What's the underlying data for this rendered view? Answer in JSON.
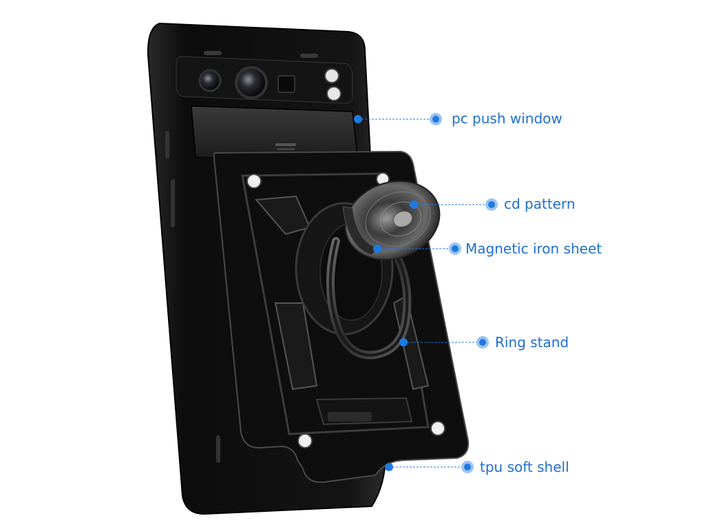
{
  "colors": {
    "accent": "#1f7ae0",
    "label_text": "#1f6fd1",
    "case_black": "#111111",
    "metal_gray": "#4a4a4a"
  },
  "callouts": [
    {
      "label": "pc push window"
    },
    {
      "label": "cd pattern"
    },
    {
      "label": "Magnetic iron sheet"
    },
    {
      "label": "Ring stand"
    },
    {
      "label": "tpu soft shell"
    }
  ]
}
